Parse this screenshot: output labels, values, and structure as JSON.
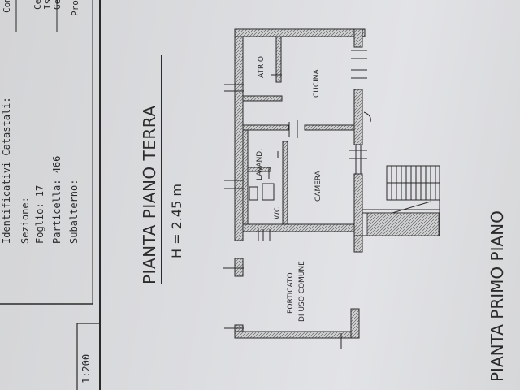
{
  "sheet": {
    "cadastral_heading": "Identificativi Catastali:",
    "sezione_label": "Sezione:",
    "foglio": "Foglio: 17",
    "particella": "Particella: 466",
    "subalterno_label": "Subalterno:",
    "top_frag_1": "Com",
    "top_frag_2": "Ces",
    "top_frag_3": "Isc",
    "top_frag_4": "Geo",
    "top_frag_5": "Pro",
    "scale": "1:200"
  },
  "plan": {
    "title": "PIANTA PIANO TERRA",
    "height": "H = 2.45 m",
    "next_title": "PIANTA PRIMO PIANO",
    "rooms": {
      "atrio": "ATRIO",
      "cucina": "CUCINA",
      "lavand": "LAVAND.",
      "wc": "WC",
      "camera": "CAMERA",
      "porticato_1": "PORTICATO",
      "porticato_2": "DI USO COMUNE"
    }
  }
}
